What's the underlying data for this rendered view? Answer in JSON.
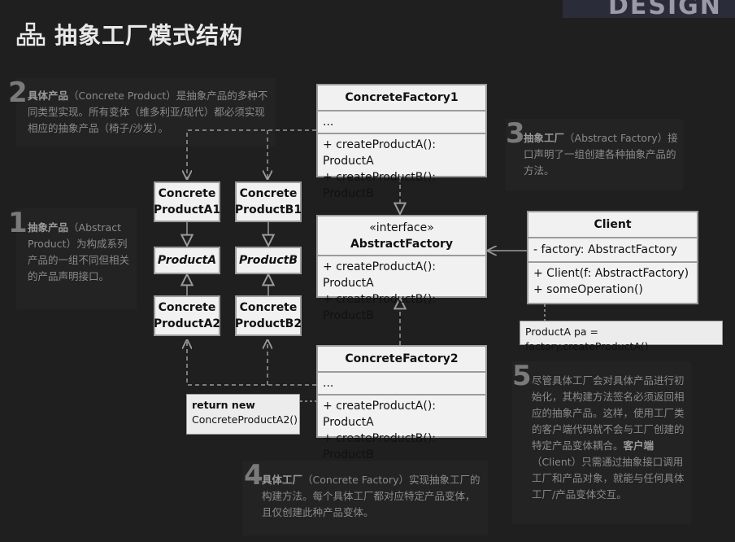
{
  "header": {
    "title": "抽象工厂模式结构",
    "icon": "hierarchy-icon",
    "brand": "DESIGN"
  },
  "notes": {
    "n1": {
      "num": "1",
      "bold": "抽象产品",
      "text": "（Abstract Product）为构成系列产品的一组不同但相关的产品声明接口。"
    },
    "n2": {
      "num": "2",
      "bold": "具体产品",
      "text": "（Concrete Product）是抽象产品的多种不同类型实现。所有变体（维多利亚/现代）都必须实现相应的抽象产品（椅子/沙发）。"
    },
    "n3": {
      "num": "3",
      "bold": "抽象工厂",
      "text": "（Abstract Factory）接口声明了一组创建各种抽象产品的方法。"
    },
    "n4": {
      "num": "4",
      "bold": "具体工厂",
      "text": "（Concrete Factory）实现抽象工厂的构建方法。每个具体工厂都对应特定产品变体，且仅创建此种产品变体。"
    },
    "n5": {
      "num": "5",
      "text_a": "尽管具体工厂会对具体产品进行初始化，其构建方法签名必须返回相应的抽象产品。这样，使用工厂类的客户端代码就不会与工厂创建的特定产品变体耦合。",
      "bold": "客户端",
      "text_b": "（Client）只需通过抽象接口调用工厂和产品对象，就能与任何具体工厂/产品变体交互。"
    }
  },
  "classes": {
    "cf1": {
      "name": "ConcreteFactory1",
      "fields": "...",
      "m1": "+ createProductA(): ProductA",
      "m2": "+ createProductB(): ProductB"
    },
    "af": {
      "stereo": "«interface»",
      "name": "AbstractFactory",
      "m1": "+ createProductA(): ProductA",
      "m2": "+ createProductB(): ProductB"
    },
    "cf2": {
      "name": "ConcreteFactory2",
      "fields": "...",
      "m1": "+ createProductA(): ProductA",
      "m2": "+ createProductB(): ProductB"
    },
    "client": {
      "name": "Client",
      "field": "- factory: AbstractFactory",
      "m1": "+ Client(f: AbstractFactory)",
      "m2": "+ someOperation()"
    }
  },
  "products": {
    "ca1": {
      "l1": "Concrete",
      "l2": "ProductA1"
    },
    "cb1": {
      "l1": "Concrete",
      "l2": "ProductB1"
    },
    "pa": "ProductA",
    "pb": "ProductB",
    "ca2": {
      "l1": "Concrete",
      "l2": "ProductA2"
    },
    "cb2": {
      "l1": "Concrete",
      "l2": "ProductB2"
    }
  },
  "callouts": {
    "client_code": "ProductA pa = factory.createProductA()",
    "return_bold": "return new",
    "return_text": "ConcreteProductA2()"
  }
}
